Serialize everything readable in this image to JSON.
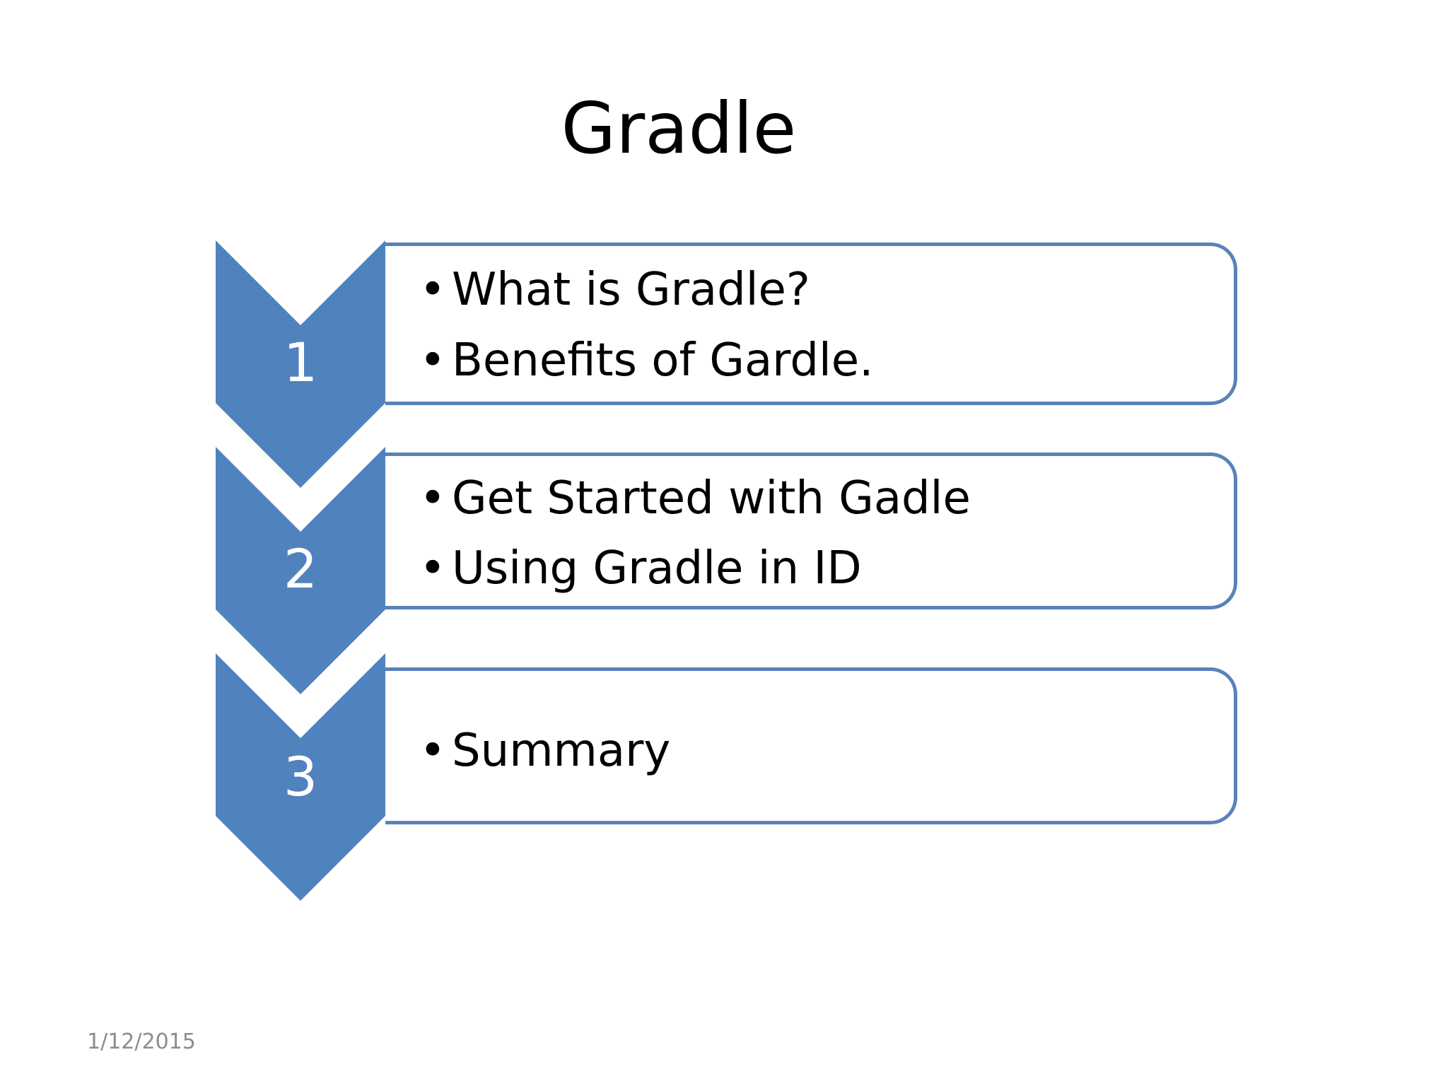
{
  "slide": {
    "title": "Gradle",
    "date": "1/12/2015",
    "accent_color": "#5082be",
    "border_color": "#5a82b9",
    "steps": [
      {
        "number": "1",
        "bullets": [
          "What is Gradle?",
          "Benefits of Gardle."
        ]
      },
      {
        "number": "2",
        "bullets": [
          "Get Started with Gadle",
          "Using Gradle in ID"
        ]
      },
      {
        "number": "3",
        "bullets": [
          "Summary"
        ]
      }
    ],
    "bullet_glyph": "•"
  }
}
